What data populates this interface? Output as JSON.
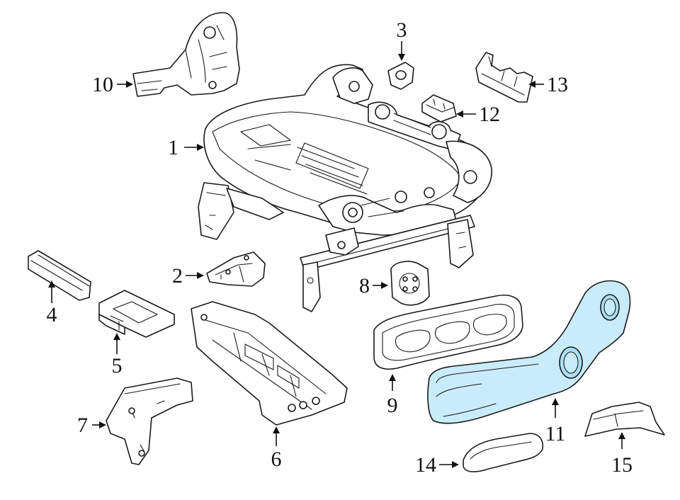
{
  "diagram": {
    "callouts": [
      {
        "id": "1",
        "label": "1"
      },
      {
        "id": "2",
        "label": "2"
      },
      {
        "id": "3",
        "label": "3"
      },
      {
        "id": "4",
        "label": "4"
      },
      {
        "id": "5",
        "label": "5"
      },
      {
        "id": "6",
        "label": "6"
      },
      {
        "id": "7",
        "label": "7"
      },
      {
        "id": "8",
        "label": "8"
      },
      {
        "id": "9",
        "label": "9"
      },
      {
        "id": "10",
        "label": "10"
      },
      {
        "id": "11",
        "label": "11"
      },
      {
        "id": "12",
        "label": "12"
      },
      {
        "id": "13",
        "label": "13"
      },
      {
        "id": "14",
        "label": "14"
      },
      {
        "id": "15",
        "label": "15"
      }
    ],
    "highlighted_part": "11",
    "highlight_color": "#c9ecfb",
    "line_color": "#1a1a1a"
  }
}
